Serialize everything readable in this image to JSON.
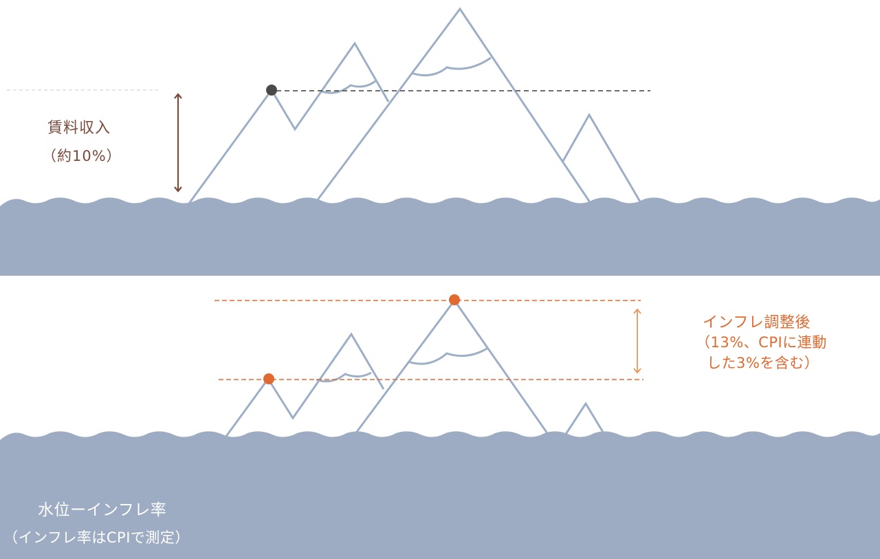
{
  "top_panel": {
    "label_title": "賃料収入",
    "label_sub": "（約10%）",
    "colors": {
      "water": "#9dacc2",
      "mountain": "#9dafc6",
      "marker": "#4a4a4a",
      "arrow": "#7a4a3c",
      "text": "#7a4a3c"
    }
  },
  "bottom_panel": {
    "label_line1": "インフレ調整後",
    "label_line2": "（13%、CPIに連動",
    "label_line3": "した3%を含む）",
    "water_title": "水位ーインフレ率",
    "water_sub": "（インフレ率はCPIで測定）",
    "colors": {
      "water": "#9dacc2",
      "mountain": "#9dafc6",
      "marker": "#e06a30",
      "arrow": "#e9955c",
      "text": "#e06a30"
    }
  }
}
